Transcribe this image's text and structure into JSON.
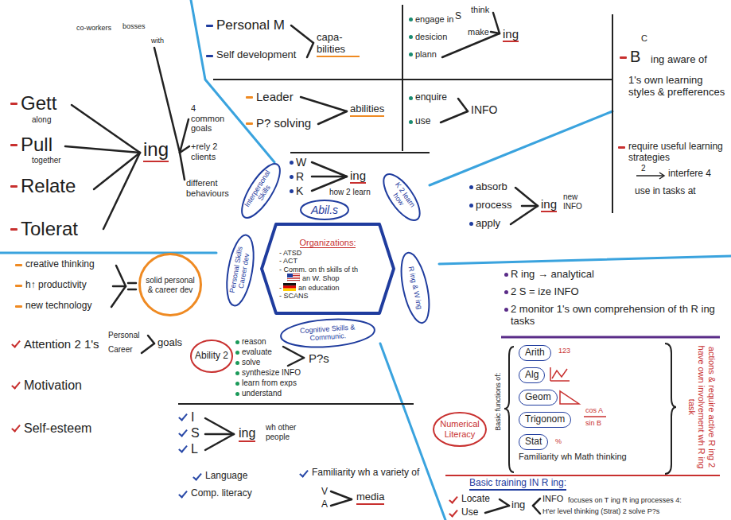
{
  "diagram": {
    "nodes": [
      {
        "text": [
          "Organizations:",
          "- ATSD",
          "- ACT",
          "- Comm. on th skills of th",
          "an W. Shop",
          "-",
          "an education",
          "- SCANS"
        ]
      },
      {
        "text": [
          "Abil.s"
        ]
      },
      {
        "text": [
          "Interpersonal Skills"
        ]
      },
      {
        "text": [
          "K 2 learn how"
        ]
      },
      {
        "text": [
          "Personal Skills Career dev"
        ]
      },
      {
        "text": [
          "R ing & W ing"
        ]
      },
      {
        "text": [
          "Cognitive Skills & Communic."
        ]
      },
      {
        "text": [
          "solid personal & career dev"
        ]
      },
      {
        "text": [
          "Ability 2"
        ]
      },
      {
        "text": [
          "Numerical Literacy"
        ]
      },
      {
        "text": [
          "Arith"
        ]
      },
      {
        "text": [
          "Alg"
        ]
      },
      {
        "text": [
          "Geom"
        ]
      },
      {
        "text": [
          "Trigonom"
        ]
      },
      {
        "text": [
          "Stat"
        ]
      }
    ],
    "labels": [
      "co-workers",
      "bosses",
      "with",
      "Gett",
      "along",
      "Pull",
      "together",
      "Relate",
      "Tolerat",
      "ing",
      "4 common goals",
      "+rely 2 clients",
      "different behaviours",
      "Personal M",
      "Self development",
      "capa-bilities",
      "engage in",
      "S",
      "think",
      "desicion",
      "make",
      "plann",
      "ing",
      "Leader",
      "P? solving",
      "abilities",
      "enquire",
      "use",
      "INFO",
      "W",
      "R",
      "K",
      "ing",
      "how 2 learn",
      "absorb",
      "process",
      "apply",
      "ing",
      "new INFO",
      "B",
      "C",
      "ing aware of",
      "1's own learning styles & prefferences",
      "require useful learning strategies",
      "2",
      "interfere 4",
      "use in tasks at",
      "creative thinking",
      "h↑ productivity",
      "new technology",
      "Attention 2 1's",
      "Personal",
      "Career",
      "goals",
      "Motivation",
      "Self-esteem",
      "reason",
      "evaluate",
      "solve",
      "synthesize INFO",
      "learn from exps",
      "understand",
      "P?s",
      "I",
      "S",
      "L",
      "ing",
      "wh other people",
      "Language",
      "Comp. literacy",
      "Familiarity wh a variety of",
      "V",
      "A",
      "media",
      "R ing → analytical",
      "2 S = ize INFO",
      "2 monitor 1's own comprehension of th R ing tasks",
      "Basic functions of:",
      "123",
      "cos A",
      "sin B",
      "%",
      "Familiarity wh Math thinking",
      "actions & require active R ing 2 have own involvement wh R ing task",
      "Basic training IN R ing:",
      "focuses on T ing R ing processes 4:",
      "Locate",
      "Use",
      "ing",
      "INFO",
      "H'er level thinking (Strat) 2 solve P?s"
    ]
  }
}
